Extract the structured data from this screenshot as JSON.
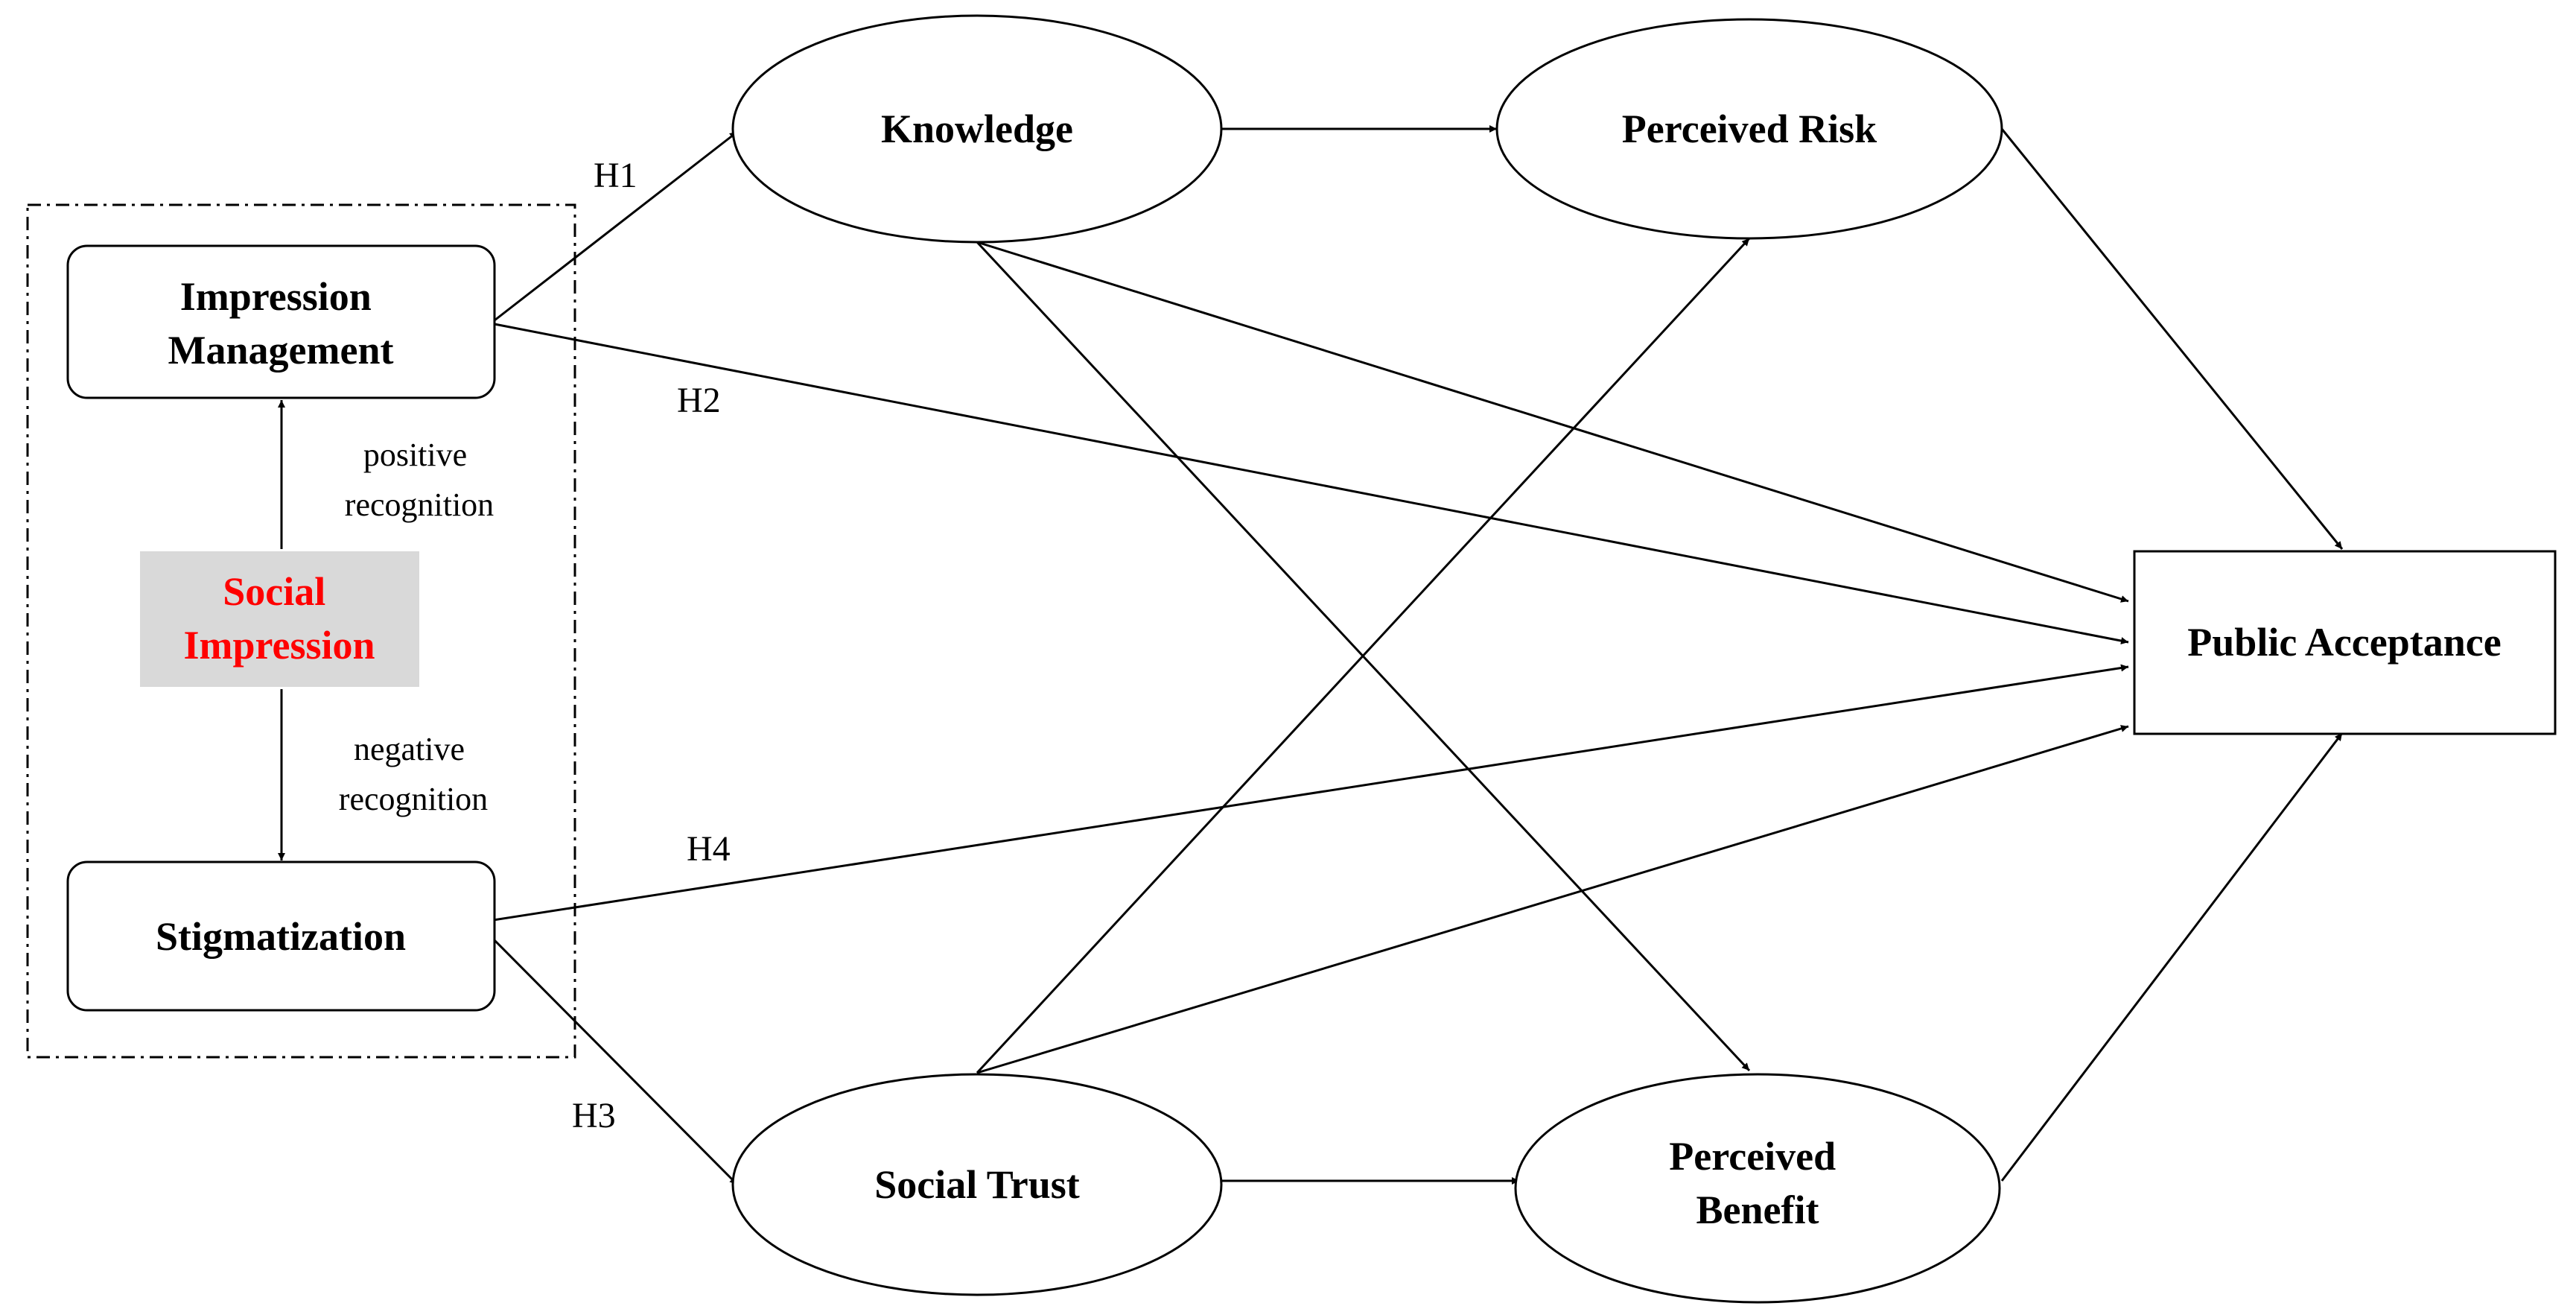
{
  "nodes": {
    "knowledge": "Knowledge",
    "perceived_risk": "Perceived Risk",
    "impression_management": [
      "Impression",
      "Management"
    ],
    "social_impression": [
      "Social",
      "Impression"
    ],
    "stigmatization": "Stigmatization",
    "public_acceptance": "Public Acceptance",
    "social_trust": "Social Trust",
    "perceived_benefit": [
      "Perceived",
      "Benefit"
    ]
  },
  "edge_labels": {
    "h1": "H1",
    "h2": "H2",
    "h3": "H3",
    "h4": "H4",
    "positive": [
      "positive",
      "recognition"
    ],
    "negative": [
      "negative",
      "recognition"
    ]
  },
  "colors": {
    "social_impression_text": "#ff0000",
    "social_impression_fill": "#d9d9d9"
  }
}
